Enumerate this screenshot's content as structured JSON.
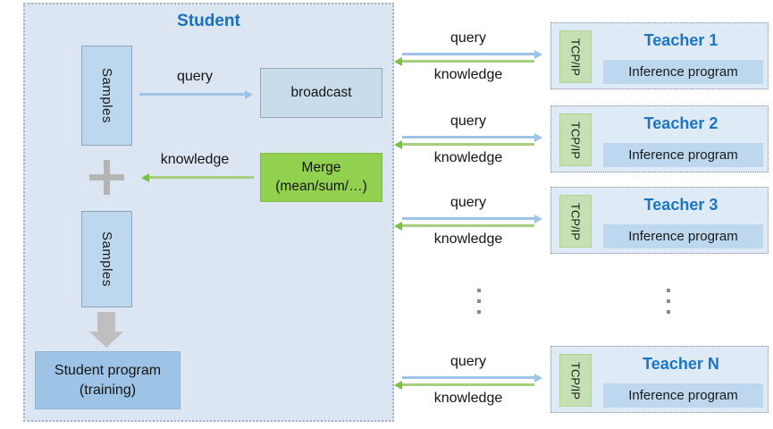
{
  "student": {
    "title": "Student",
    "samples_top_label": "Samples",
    "samples_bottom_label": "Samples",
    "query_label": "query",
    "knowledge_label": "knowledge",
    "broadcast_label": "broadcast",
    "merge_line1": "Merge",
    "merge_line2": "(mean/sum/…)",
    "program_line1": "Student program",
    "program_line2": "(training)"
  },
  "links": [
    {
      "query_label": "query",
      "knowledge_label": "knowledge"
    },
    {
      "query_label": "query",
      "knowledge_label": "knowledge"
    },
    {
      "query_label": "query",
      "knowledge_label": "knowledge"
    },
    {
      "query_label": "query",
      "knowledge_label": "knowledge"
    }
  ],
  "teachers": [
    {
      "title": "Teacher 1",
      "protocol_label": "TCP/IP",
      "program_label": "Inference program"
    },
    {
      "title": "Teacher 2",
      "protocol_label": "TCP/IP",
      "program_label": "Inference program"
    },
    {
      "title": "Teacher 3",
      "protocol_label": "TCP/IP",
      "program_label": "Inference program"
    },
    {
      "title": "Teacher N",
      "protocol_label": "TCP/IP",
      "program_label": "Inference program"
    }
  ],
  "icons": {
    "plus": "plus-cross",
    "down_arrow": "thick-down-arrow",
    "vertical_ellipsis": "vertical-dots",
    "query_arrow": "right-arrow",
    "knowledge_arrow": "left-arrow"
  },
  "colors": {
    "student_bg": "#dce6f2",
    "teacher_bg": "#deeaf6",
    "box_blue": "#bdd7ee",
    "box_blue_light": "#c9dcec",
    "box_blue_dark": "#9dc3e6",
    "merge_green": "#92d050",
    "tcp_green": "#c6e0b4",
    "arrow_blue": "#9dc3e6",
    "arrow_green": "#92d050",
    "title_blue": "#1b72c1",
    "icon_gray": "#b5b5b5"
  }
}
